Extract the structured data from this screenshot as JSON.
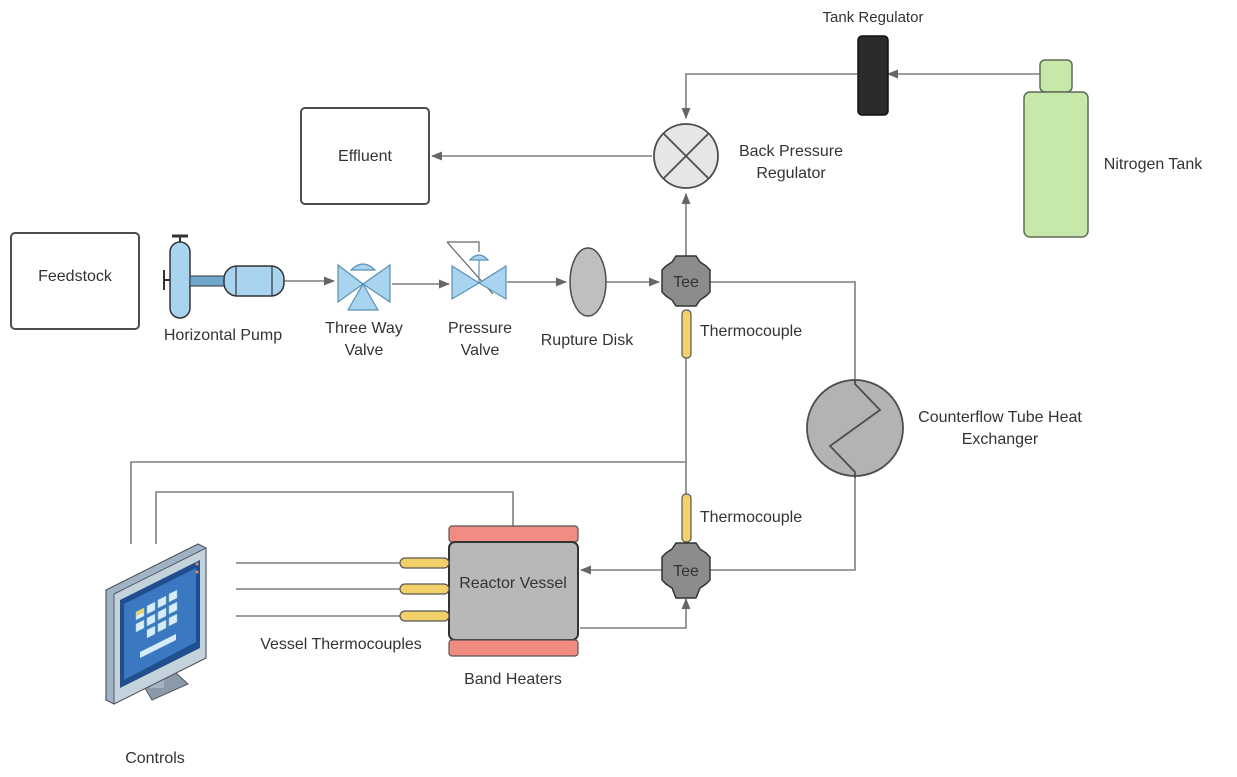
{
  "labels": {
    "tank_regulator": "Tank Regulator",
    "effluent": "Effluent",
    "back_pressure_regulator_1": "Back Pressure",
    "back_pressure_regulator_2": "Regulator",
    "nitrogen_tank": "Nitrogen Tank",
    "feedstock": "Feedstock",
    "horizontal_pump": "Horizontal Pump",
    "three_way_valve_1": "Three Way",
    "three_way_valve_2": "Valve",
    "pressure_valve_1": "Pressure",
    "pressure_valve_2": "Valve",
    "rupture_disk": "Rupture Disk",
    "tee_top": "Tee",
    "thermocouple_top": "Thermocouple",
    "heat_exchanger_1": "Counterflow Tube Heat",
    "heat_exchanger_2": "Exchanger",
    "thermocouple_bottom": "Thermocouple",
    "tee_bottom": "Tee",
    "reactor_vessel": "Reactor Vessel",
    "vessel_thermocouples": "Vessel Thermocouples",
    "band_heaters": "Band Heaters",
    "controls": "Controls"
  },
  "colors": {
    "pipe": "#7f7f7f",
    "nitrogen_tank": "#c6e8a8",
    "valve_blue": "#a8d4f0",
    "tee_gray": "#8c8c8c",
    "thermocouple_yellow": "#f2d16b",
    "band_heater": "#f28b82",
    "reactor_gray": "#b8b8b8",
    "regulator_dark": "#2b2b2b"
  }
}
